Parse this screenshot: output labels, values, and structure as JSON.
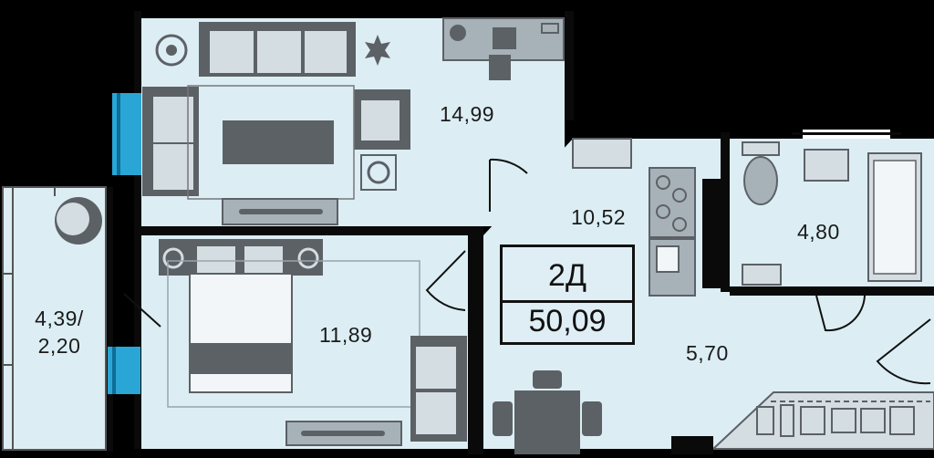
{
  "colors": {
    "wall": "#0a0a0a",
    "floor": "#dceef4",
    "furniture": "#5c6166",
    "furniture_light": "#d4dde2",
    "window": "#2aa6d6"
  },
  "apartment": {
    "type": "2Д",
    "total_area": "50,09"
  },
  "rooms": {
    "living": {
      "area": "14,99"
    },
    "kitchen": {
      "area": "10,52"
    },
    "bathroom": {
      "area": "4,80"
    },
    "bedroom": {
      "area": "11,89"
    },
    "hall": {
      "area": "5,70"
    },
    "balcony": {
      "area_line1": "4,39/",
      "area_line2": "2,20"
    }
  }
}
